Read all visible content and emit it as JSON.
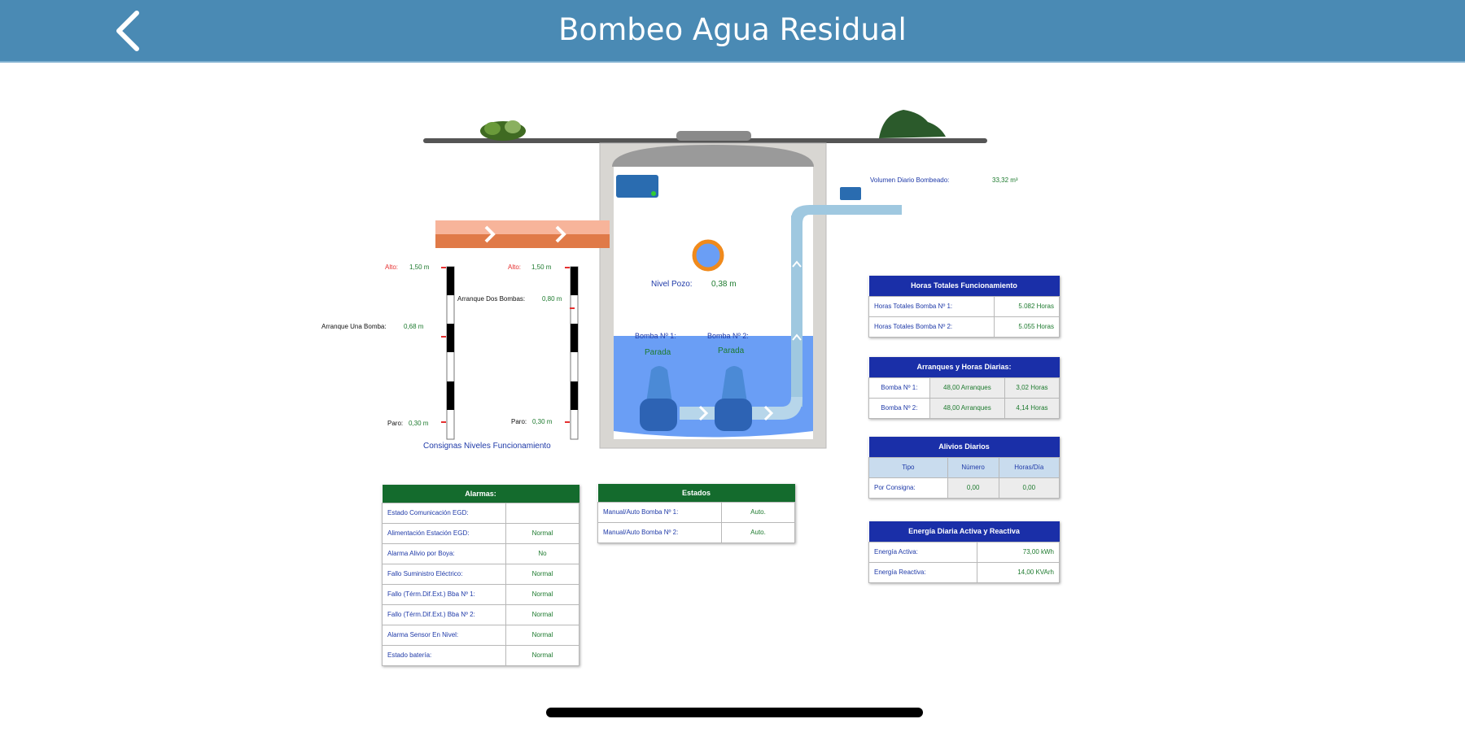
{
  "header": {
    "title": "Bombeo Agua Residual",
    "back_icon": "chevron-left-icon"
  },
  "colors": {
    "header": "#4a8ab4",
    "water": "#6a9ef5",
    "inlet_pipe": "#e8875a",
    "outlet_pipe": "#9fc8e0",
    "table_blue": "#1a2fa8",
    "table_green": "#146b2d",
    "value_green": "#1d7a2e",
    "label_blue": "#1f3aa8"
  },
  "well": {
    "nivel_label": "Nivel Pozo:",
    "nivel_value": "0,38 m",
    "bomba1_label": "Bomba Nº 1:",
    "bomba1_state": "Parada",
    "bomba2_label": "Bomba Nº 2:",
    "bomba2_state": "Parada",
    "volumen_label": "Volumen Diario Bombeado:",
    "volumen_value": "33,32 m³"
  },
  "consignas": {
    "caption": "Consignas Niveles Funcionamiento",
    "left": {
      "alto_label": "Alto:",
      "alto_value": "1,50 m",
      "arranque_label": "Arranque Una Bomba:",
      "arranque_value": "0,68 m",
      "paro_label": "Paro:",
      "paro_value": "0,30 m"
    },
    "right": {
      "alto_label": "Alto:",
      "alto_value": "1,50 m",
      "arranque_label": "Arranque Dos Bombas:",
      "arranque_value": "0,80 m",
      "paro_label": "Paro:",
      "paro_value": "0,30 m"
    }
  },
  "horas_totales": {
    "title": "Horas Totales Funcionamiento",
    "rows": [
      {
        "label": "Horas Totales Bomba Nº 1:",
        "value": "5.082 Horas"
      },
      {
        "label": "Horas Totales Bomba Nº 2:",
        "value": "5.055 Horas"
      }
    ]
  },
  "arranques": {
    "title": "Arranques y Horas Diarias:",
    "rows": [
      {
        "label": "Bomba Nº 1:",
        "arranques": "48,00 Arranques",
        "horas": "3,02 Horas"
      },
      {
        "label": "Bomba Nº 2:",
        "arranques": "48,00 Arranques",
        "horas": "4,14 Horas"
      }
    ]
  },
  "alivios": {
    "title": "Alivios Diarios",
    "headers": [
      "Tipo",
      "Número",
      "Horas/Día"
    ],
    "rows": [
      {
        "tipo": "Por Consigna:",
        "numero": "0,00",
        "horas": "0,00"
      }
    ]
  },
  "energia": {
    "title": "Energía Diaria Activa y Reactiva",
    "rows": [
      {
        "label": "Energía Activa:",
        "value": "73,00 kWh"
      },
      {
        "label": "Energía Reactiva:",
        "value": "14,00 KVArh"
      }
    ]
  },
  "alarmas": {
    "title": "Alarmas:",
    "rows": [
      {
        "label": "Estado Comunicación EGD:",
        "value": ""
      },
      {
        "label": "Alimentación Estación EGD:",
        "value": "Normal"
      },
      {
        "label": "Alarma Alivio por Boya:",
        "value": "No"
      },
      {
        "label": "Fallo Suministro Eléctrico:",
        "value": "Normal"
      },
      {
        "label": "Fallo (Térm.Dif.Ext.) Bba Nº 1:",
        "value": "Normal"
      },
      {
        "label": "Fallo (Térm.Dif.Ext.) Bba Nº 2:",
        "value": "Normal"
      },
      {
        "label": "Alarma Sensor En Nivel:",
        "value": "Normal"
      },
      {
        "label": "Estado batería:",
        "value": "Normal"
      }
    ]
  },
  "estados": {
    "title": "Estados",
    "rows": [
      {
        "label": "Manual/Auto Bomba Nº 1:",
        "value": "Auto."
      },
      {
        "label": "Manual/Auto Bomba Nº 2:",
        "value": "Auto."
      }
    ]
  }
}
